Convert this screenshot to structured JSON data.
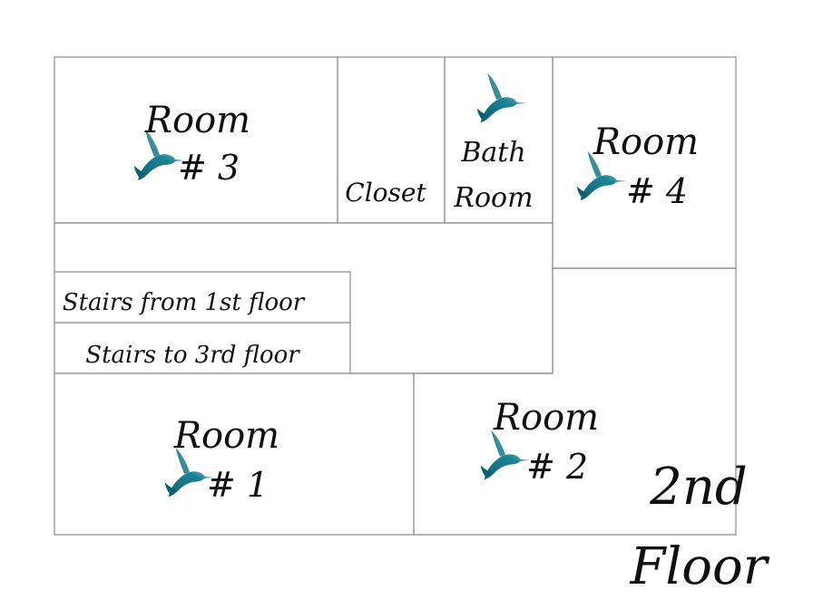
{
  "floor_label": {
    "line1": "2nd",
    "line2": "Floor"
  },
  "rooms": {
    "room3": {
      "line1": "Room",
      "line2": "# 3"
    },
    "closet": {
      "line1": "Closet"
    },
    "bath": {
      "line1": "Bath",
      "line2": "Room"
    },
    "room4": {
      "line1": "Room",
      "line2": "# 4"
    },
    "stairs_from": {
      "line1": "Stairs from 1st floor"
    },
    "stairs_to": {
      "line1": "Stairs to 3rd floor"
    },
    "room1": {
      "line1": "Room",
      "line2": "# 1"
    },
    "room2": {
      "line1": "Room",
      "line2": "# 2"
    }
  },
  "icons": {
    "name": "hummingbird-icon",
    "color_dark": "#0f5f73",
    "color_light": "#6bbcc8"
  },
  "colors": {
    "wall": "#8c8c8c",
    "text": "#111111",
    "background": "#ffffff"
  }
}
